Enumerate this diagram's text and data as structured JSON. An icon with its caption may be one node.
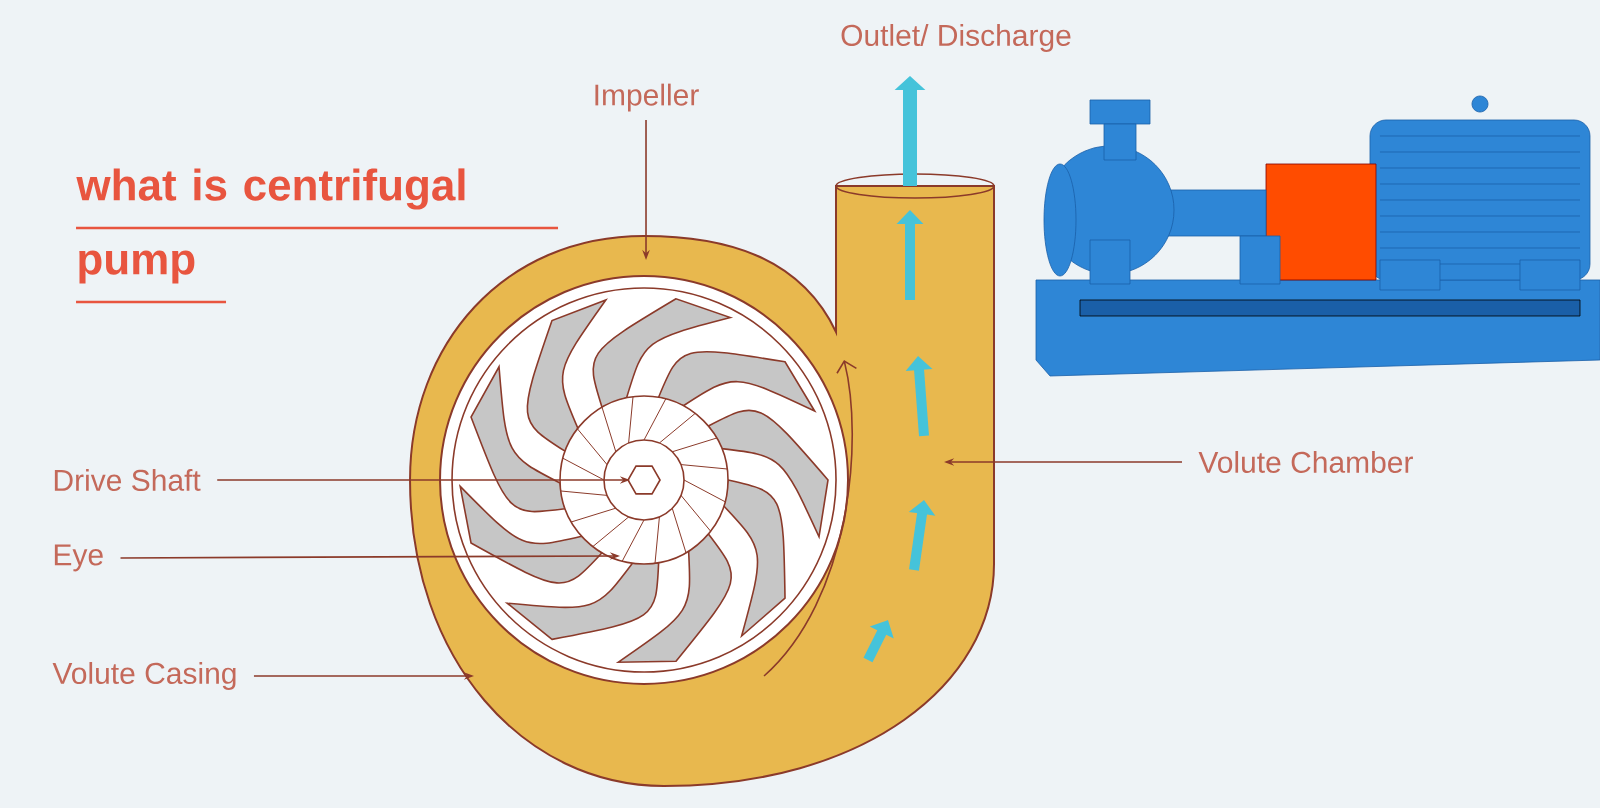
{
  "diagram": {
    "title": "what is centrifugal pump",
    "nodes": [
      {
        "text": [
          "Impeller"
        ]
      },
      {
        "text": [
          "Drive Shaft"
        ]
      },
      {
        "text": [
          "Eye"
        ]
      },
      {
        "text": [
          "Volute Casing"
        ]
      },
      {
        "text": [
          "Volute Chamber"
        ]
      }
    ],
    "edges": [
      {
        "from": 0,
        "to": null,
        "arrow": "to"
      },
      {
        "from": 1,
        "to": null,
        "arrow": "to"
      },
      {
        "from": 2,
        "to": null,
        "arrow": "to"
      },
      {
        "from": 3,
        "to": null,
        "arrow": "to"
      },
      {
        "from": 4,
        "to": null,
        "arrow": "to"
      }
    ],
    "labels": [
      "Outlet/ Discharge"
    ]
  }
}
